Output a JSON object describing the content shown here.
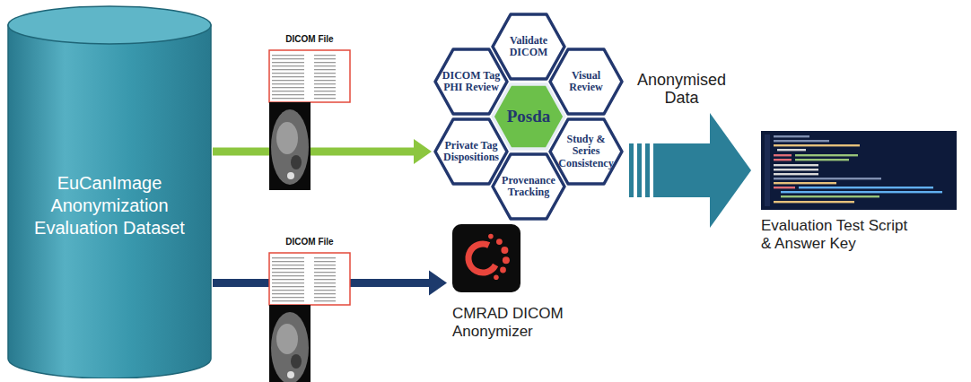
{
  "diagram": {
    "nodes": [
      {
        "text": [
          "EuCanImage Anonymization Evaluation Dataset"
        ]
      },
      {
        "text": [
          "Validate DICOM"
        ]
      },
      {
        "text": [
          "Visual Review"
        ]
      },
      {
        "text": [
          "Study & Series Consistency"
        ]
      },
      {
        "text": [
          "Provenance Tracking"
        ]
      },
      {
        "text": [
          "Private Tag Dispositions"
        ]
      },
      {
        "text": [
          "DICOM Tag PHI Review"
        ]
      },
      {
        "text": [
          "Posda"
        ]
      },
      {
        "text": [
          "CMRAD DICOM Anonymizer"
        ]
      },
      {
        "text": [
          "Evaluation Test Script & Answer Key"
        ]
      }
    ],
    "edges": [
      {
        "from": 0,
        "to": 5,
        "arrow": "to"
      },
      {
        "from": 0,
        "to": 8,
        "arrow": "to"
      },
      {
        "from": 3,
        "to": 9,
        "label": "Anonymised Data",
        "arrow": "to"
      }
    ],
    "labels": [
      "DICOM File",
      "DICOM File"
    ]
  }
}
